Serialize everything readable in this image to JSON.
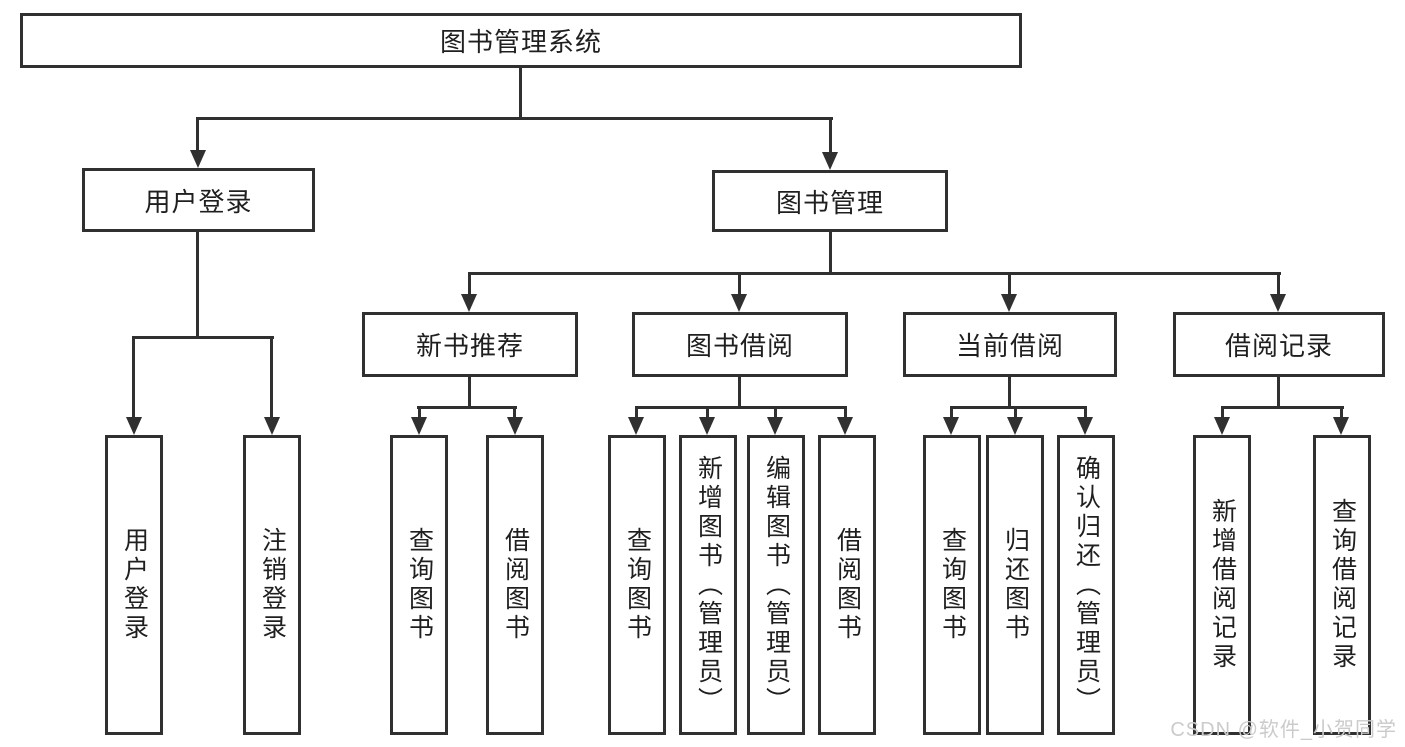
{
  "diagram_title": "图书管理系统",
  "nodes": {
    "root": "图书管理系统",
    "user_login": "用户登录",
    "book_management": "图书管理",
    "new_book_recommend": "新书推荐",
    "book_borrowing": "图书借阅",
    "current_borrowing": "当前借阅",
    "borrowing_records": "借阅记录",
    "leaf_user_login": "用户登录",
    "leaf_logout": "注销登录",
    "leaf_nb_query_books": "查询图书",
    "leaf_nb_borrow_books": "借阅图书",
    "leaf_bb_query_books": "查询图书",
    "leaf_bb_add_books_admin": "新增图书（管理员）",
    "leaf_bb_edit_books_admin": "编辑图书（管理员）",
    "leaf_bb_borrow_books": "借阅图书",
    "leaf_cb_query_books": "查询图书",
    "leaf_cb_return_books": "归还图书",
    "leaf_cb_confirm_return_admin": "确认归还（管理员）",
    "leaf_br_add_record": "新增借阅记录",
    "leaf_br_query_record": "查询借阅记录"
  },
  "watermark": "CSDN @软件_小贺同学",
  "colors": {
    "line": "#303030",
    "box_background": "#ffffff",
    "text": "#1f1f1f",
    "watermark": "#cbcbcb",
    "page_background": "#ffffff"
  }
}
